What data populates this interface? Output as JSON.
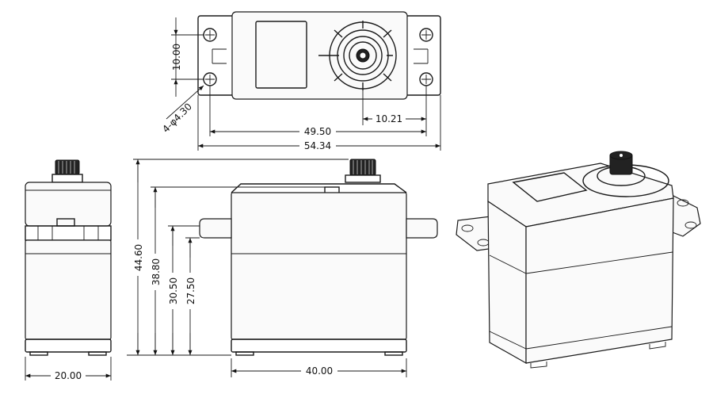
{
  "dimensions": {
    "top_view": {
      "hole_spacing": "10.00",
      "hole_callout": "4-φ4.30",
      "hole_pitch": "49.50",
      "spline_offset": "10.21",
      "overall_length": "54.34"
    },
    "side_view": {
      "width": "20.00"
    },
    "front_view": {
      "total_height": "44.60",
      "body_height": "38.80",
      "mount_height": "30.50",
      "mount_bottom": "27.50",
      "body_length": "40.00"
    }
  },
  "style": {
    "line_color": "#1a1a1a",
    "background": "#ffffff"
  }
}
